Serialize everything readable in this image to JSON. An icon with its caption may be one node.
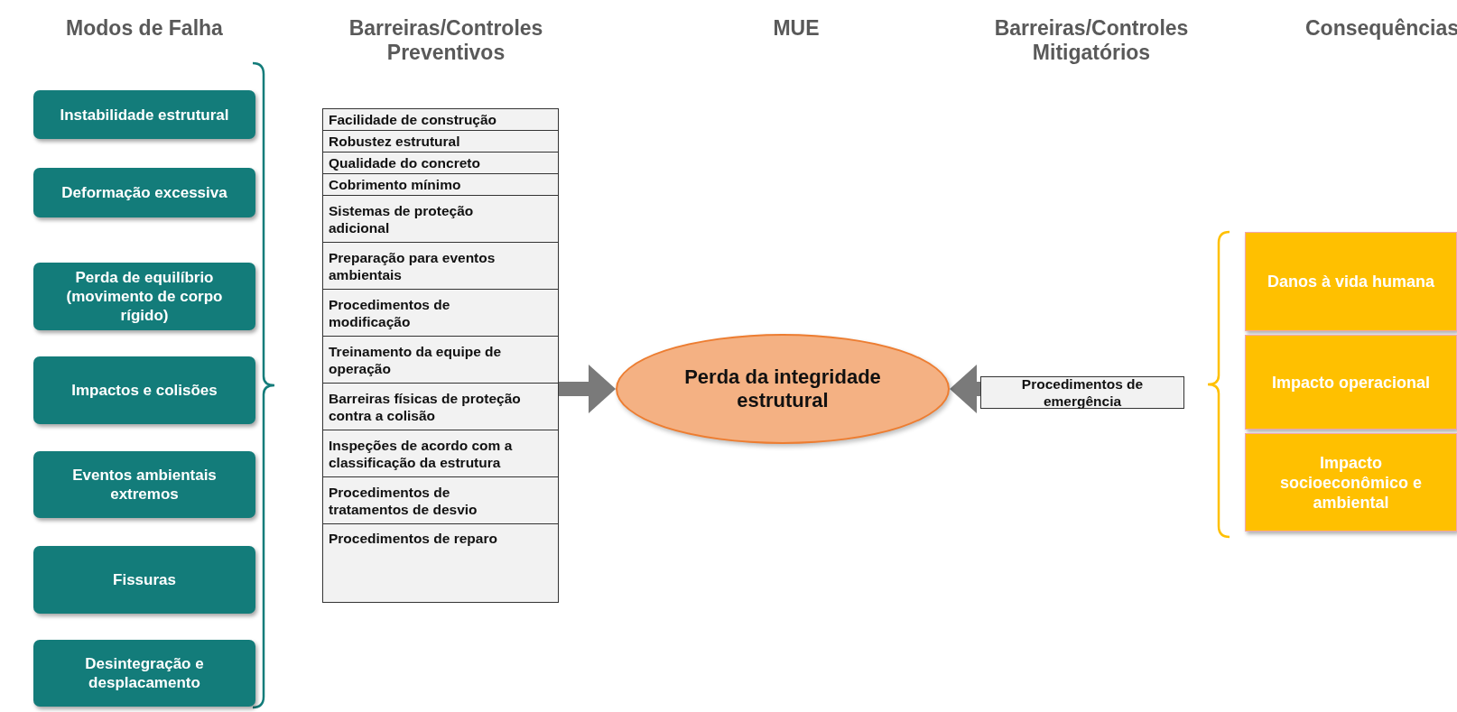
{
  "diagram": {
    "nodes": [
      {
        "text": [
          "Instabilidade estrutural"
        ]
      },
      {
        "text": [
          "Deformação excessiva"
        ]
      },
      {
        "text": [
          "Perda de equilíbrio (movimento de corpo rígido)"
        ]
      },
      {
        "text": [
          "Impactos e colisões"
        ]
      },
      {
        "text": [
          "Eventos ambientais extremos"
        ]
      },
      {
        "text": [
          "Fissuras"
        ]
      },
      {
        "text": [
          "Desintegração e desplacamento"
        ]
      },
      {
        "text": [],
        "shape": "box"
      },
      {
        "text": [
          "Facilidade de construção"
        ],
        "in": 7
      },
      {
        "text": [
          "Robustez estrutural"
        ],
        "in": 7
      },
      {
        "text": [
          "Qualidade do concreto"
        ],
        "in": 7
      },
      {
        "text": [
          "Cobrimento mínimo"
        ],
        "in": 7
      },
      {
        "text": [
          "Sistemas de proteção adicional"
        ],
        "in": 7
      },
      {
        "text": [
          "Preparação para eventos ambientais"
        ],
        "in": 7
      },
      {
        "text": [
          "Procedimentos de modificação"
        ],
        "in": 7
      },
      {
        "text": [
          "Treinamento da equipe de operação"
        ],
        "in": 7
      },
      {
        "text": [
          "Barreiras físicas de proteção contra a colisão"
        ],
        "in": 7
      },
      {
        "text": [
          "Inspeções de acordo com a classificação da estrutura"
        ],
        "in": 7
      },
      {
        "text": [
          "Procedimentos de tratamentos de desvio"
        ],
        "in": 7
      },
      {
        "text": [
          "Procedimentos de reparo"
        ],
        "in": 7
      },
      {
        "text": [
          "Perda da integridade estrutural"
        ]
      },
      {
        "text": [
          "Procedimentos de emergência"
        ]
      },
      {
        "text": [
          "Danos à vida humana"
        ]
      },
      {
        "text": [
          "Impacto operacional"
        ]
      },
      {
        "text": [
          "Impacto socioeconômico e ambiental"
        ]
      }
    ],
    "edges": [
      {
        "from": 7,
        "to": 20,
        "arrow": "to"
      },
      {
        "from": 21,
        "to": 20,
        "arrow": "to"
      }
    ],
    "labels": [
      "Modos de Falha",
      "Barreiras/Controles Preventivos",
      "MUE",
      "Barreiras/Controles Mitigatórios",
      "Consequências"
    ]
  }
}
